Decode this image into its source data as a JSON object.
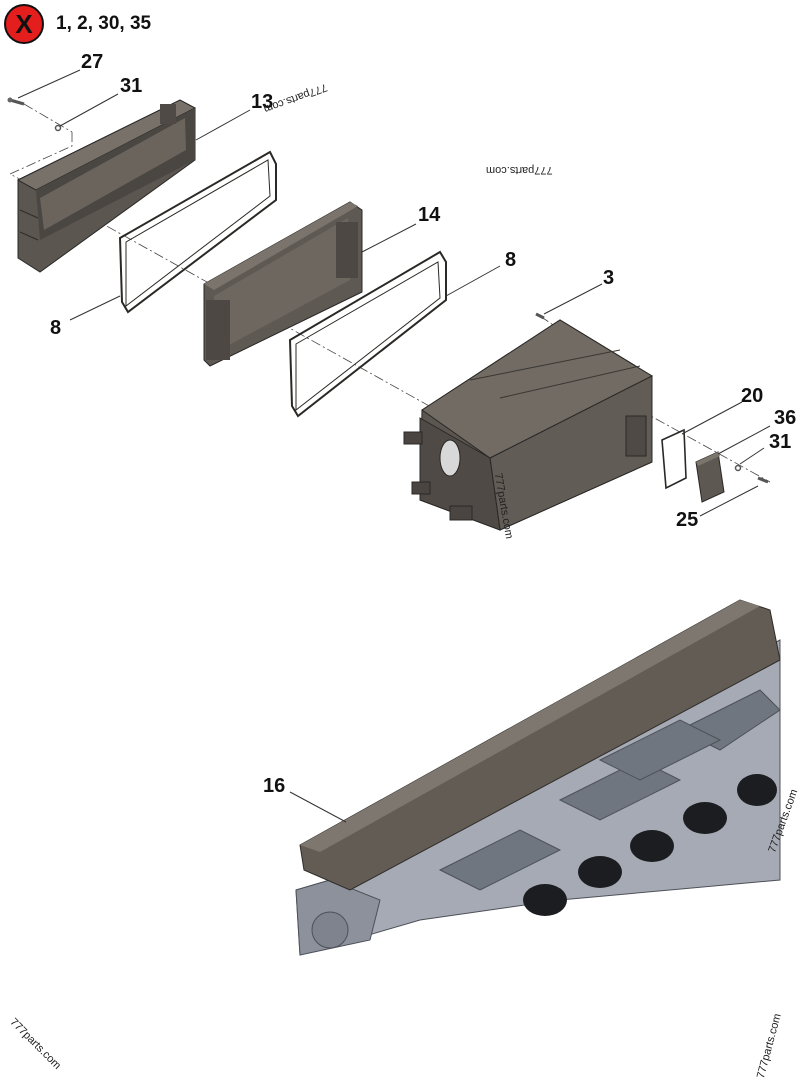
{
  "removed_note": {
    "icon": "x-icon",
    "symbol": "X",
    "badge_color": "#e41d1d",
    "items": "1, 2, 30, 35"
  },
  "callouts": {
    "c27": "27",
    "c31_top": "31",
    "c13": "13",
    "c14": "14",
    "c8_left": "8",
    "c8_right": "8",
    "c3": "3",
    "c20": "20",
    "c36": "36",
    "c31_right": "31",
    "c25": "25",
    "c16": "16"
  },
  "watermark": "777parts.com",
  "colors": {
    "part_dark": "#5a5550",
    "part_mid": "#6e6862",
    "part_light": "#807a72",
    "block_blue": "#a6aab4",
    "leader": "#333333"
  }
}
